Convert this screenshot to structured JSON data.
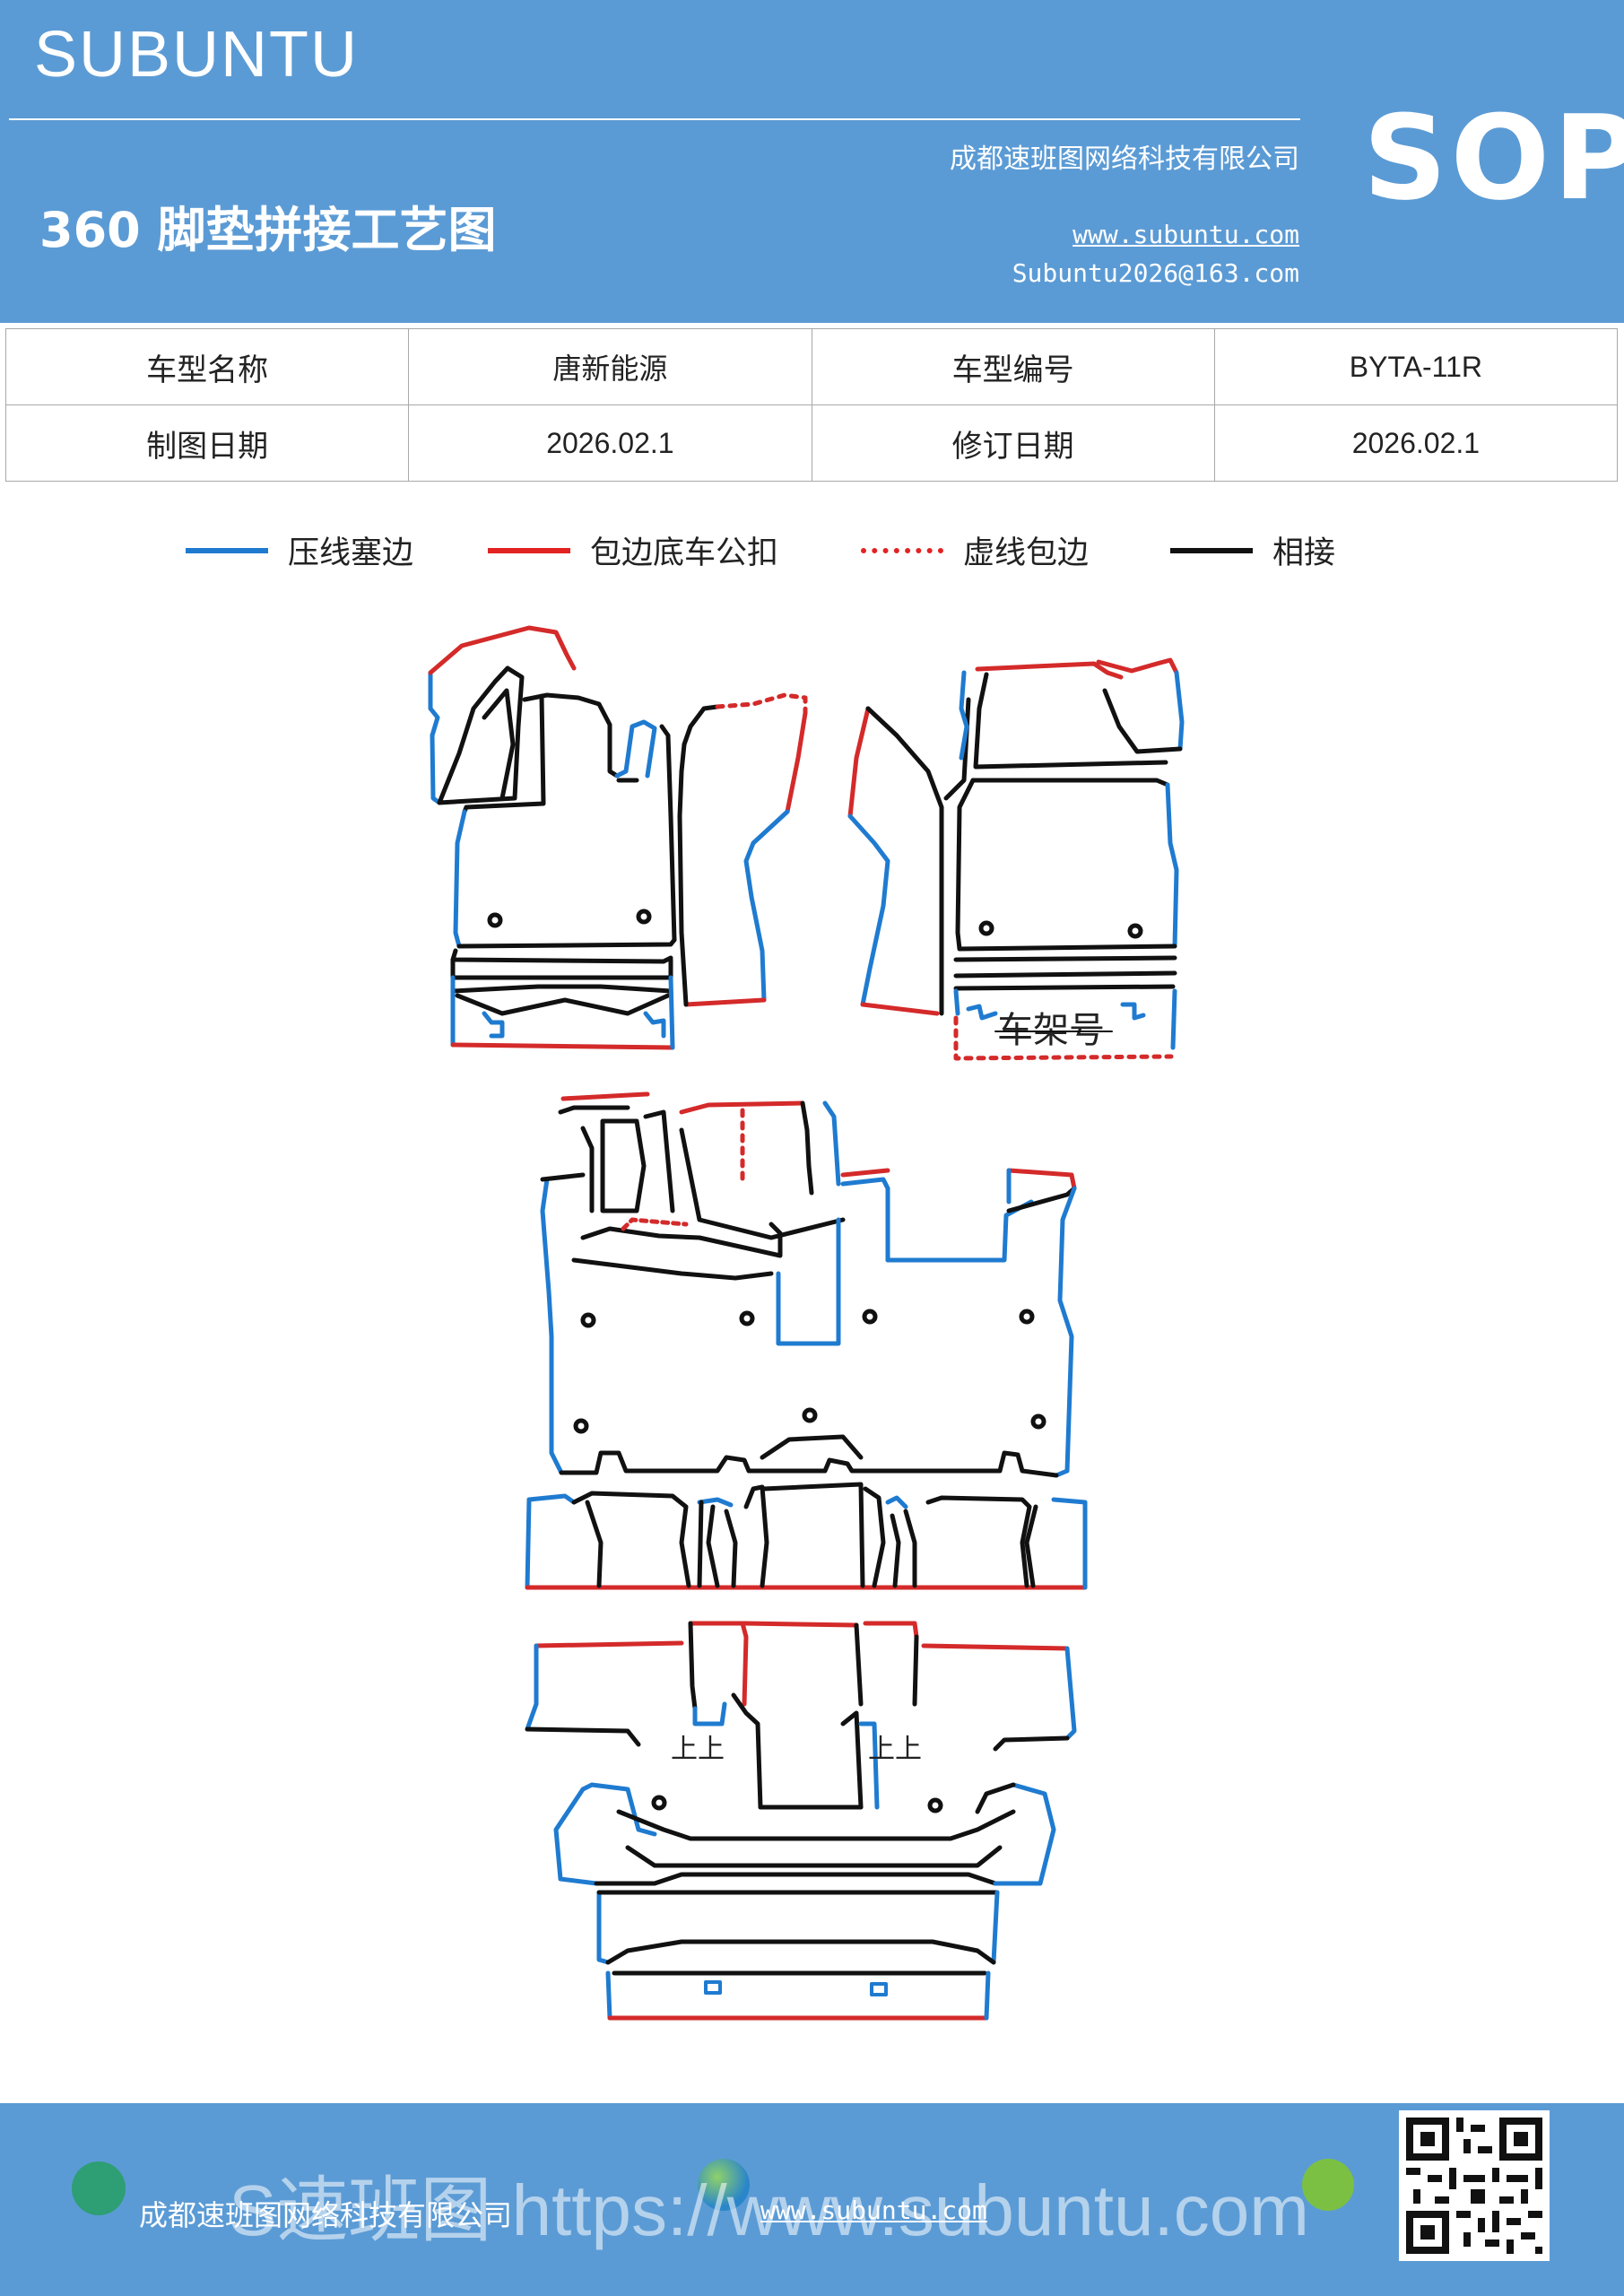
{
  "header": {
    "brand": "SUBUNTU",
    "company": "成都速班图网络科技有限公司",
    "title": "360 脚垫拼接工艺图",
    "website": "www.subuntu.com",
    "email": "Subuntu2026@163.com",
    "badge": "SOP"
  },
  "info_table": {
    "rows": [
      [
        {
          "text": "车型名称"
        },
        {
          "text": "唐新能源"
        },
        {
          "text": "车型编号"
        },
        {
          "text": "BYTA-11R"
        }
      ],
      [
        {
          "text": "制图日期"
        },
        {
          "text": "2026.02.1"
        },
        {
          "text": "修订日期"
        },
        {
          "text": "2026.02.1"
        }
      ]
    ]
  },
  "legend": [
    {
      "label": "压线塞边",
      "color": "#1f7bd0",
      "style": "solid"
    },
    {
      "label": "包边底车公扣",
      "color": "#e32222",
      "style": "solid"
    },
    {
      "label": "虚线包边",
      "color": "#e32222",
      "style": "dotted"
    },
    {
      "label": "相接",
      "color": "#111111",
      "style": "solid"
    }
  ],
  "diagram": {
    "frame_label": "车架号",
    "marks": [
      "上上",
      "上上"
    ],
    "colors": {
      "blue": "#1f7bd0",
      "red": "#d42a2a",
      "black": "#111111"
    }
  },
  "footer": {
    "company": "成都速班图网络科技有限公司",
    "website": "www.subuntu.com",
    "watermark": "S速班图 https://www.subuntu.com"
  }
}
